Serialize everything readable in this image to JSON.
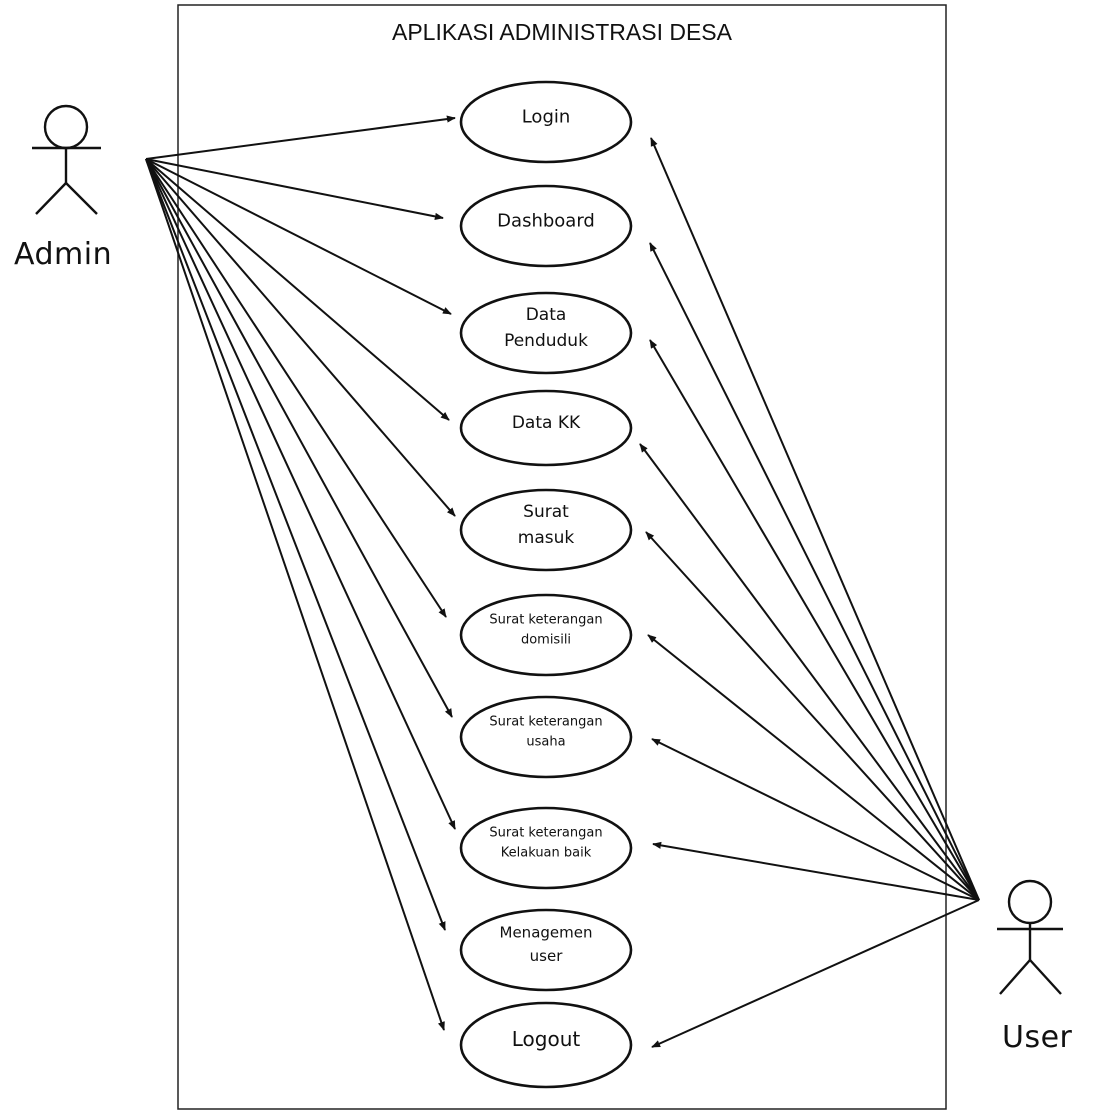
{
  "title": "APLIKASI ADMINISTRASI DESA",
  "actors": {
    "admin": {
      "label": "Admin"
    },
    "user": {
      "label": "User"
    }
  },
  "use_cases": [
    {
      "id": "login",
      "lines": [
        "Login"
      ]
    },
    {
      "id": "dashboard",
      "lines": [
        "Dashboard"
      ]
    },
    {
      "id": "data-penduduk",
      "lines": [
        "Data",
        "Penduduk"
      ]
    },
    {
      "id": "data-kk",
      "lines": [
        "Data KK"
      ]
    },
    {
      "id": "surat-masuk",
      "lines": [
        "Surat",
        "masuk"
      ]
    },
    {
      "id": "surat-keterangan-domisili",
      "lines": [
        "Surat keterangan",
        "domisili"
      ]
    },
    {
      "id": "surat-keterangan-usaha",
      "lines": [
        "Surat keterangan",
        "usaha"
      ]
    },
    {
      "id": "surat-keterangan-kelakuan-baik",
      "lines": [
        "Surat keterangan",
        "Kelakuan baik"
      ]
    },
    {
      "id": "menagemen-user",
      "lines": [
        "Menagemen",
        "user"
      ]
    },
    {
      "id": "logout",
      "lines": [
        "Logout"
      ]
    }
  ],
  "admin_associations": [
    "login",
    "dashboard",
    "data-penduduk",
    "data-kk",
    "surat-masuk",
    "surat-keterangan-domisili",
    "surat-keterangan-usaha",
    "surat-keterangan-kelakuan-baik",
    "menagemen-user",
    "logout"
  ],
  "user_associations": [
    "login",
    "dashboard",
    "data-penduduk",
    "data-kk",
    "surat-masuk",
    "surat-keterangan-domisili",
    "surat-keterangan-usaha",
    "surat-keterangan-kelakuan-baik",
    "logout"
  ]
}
